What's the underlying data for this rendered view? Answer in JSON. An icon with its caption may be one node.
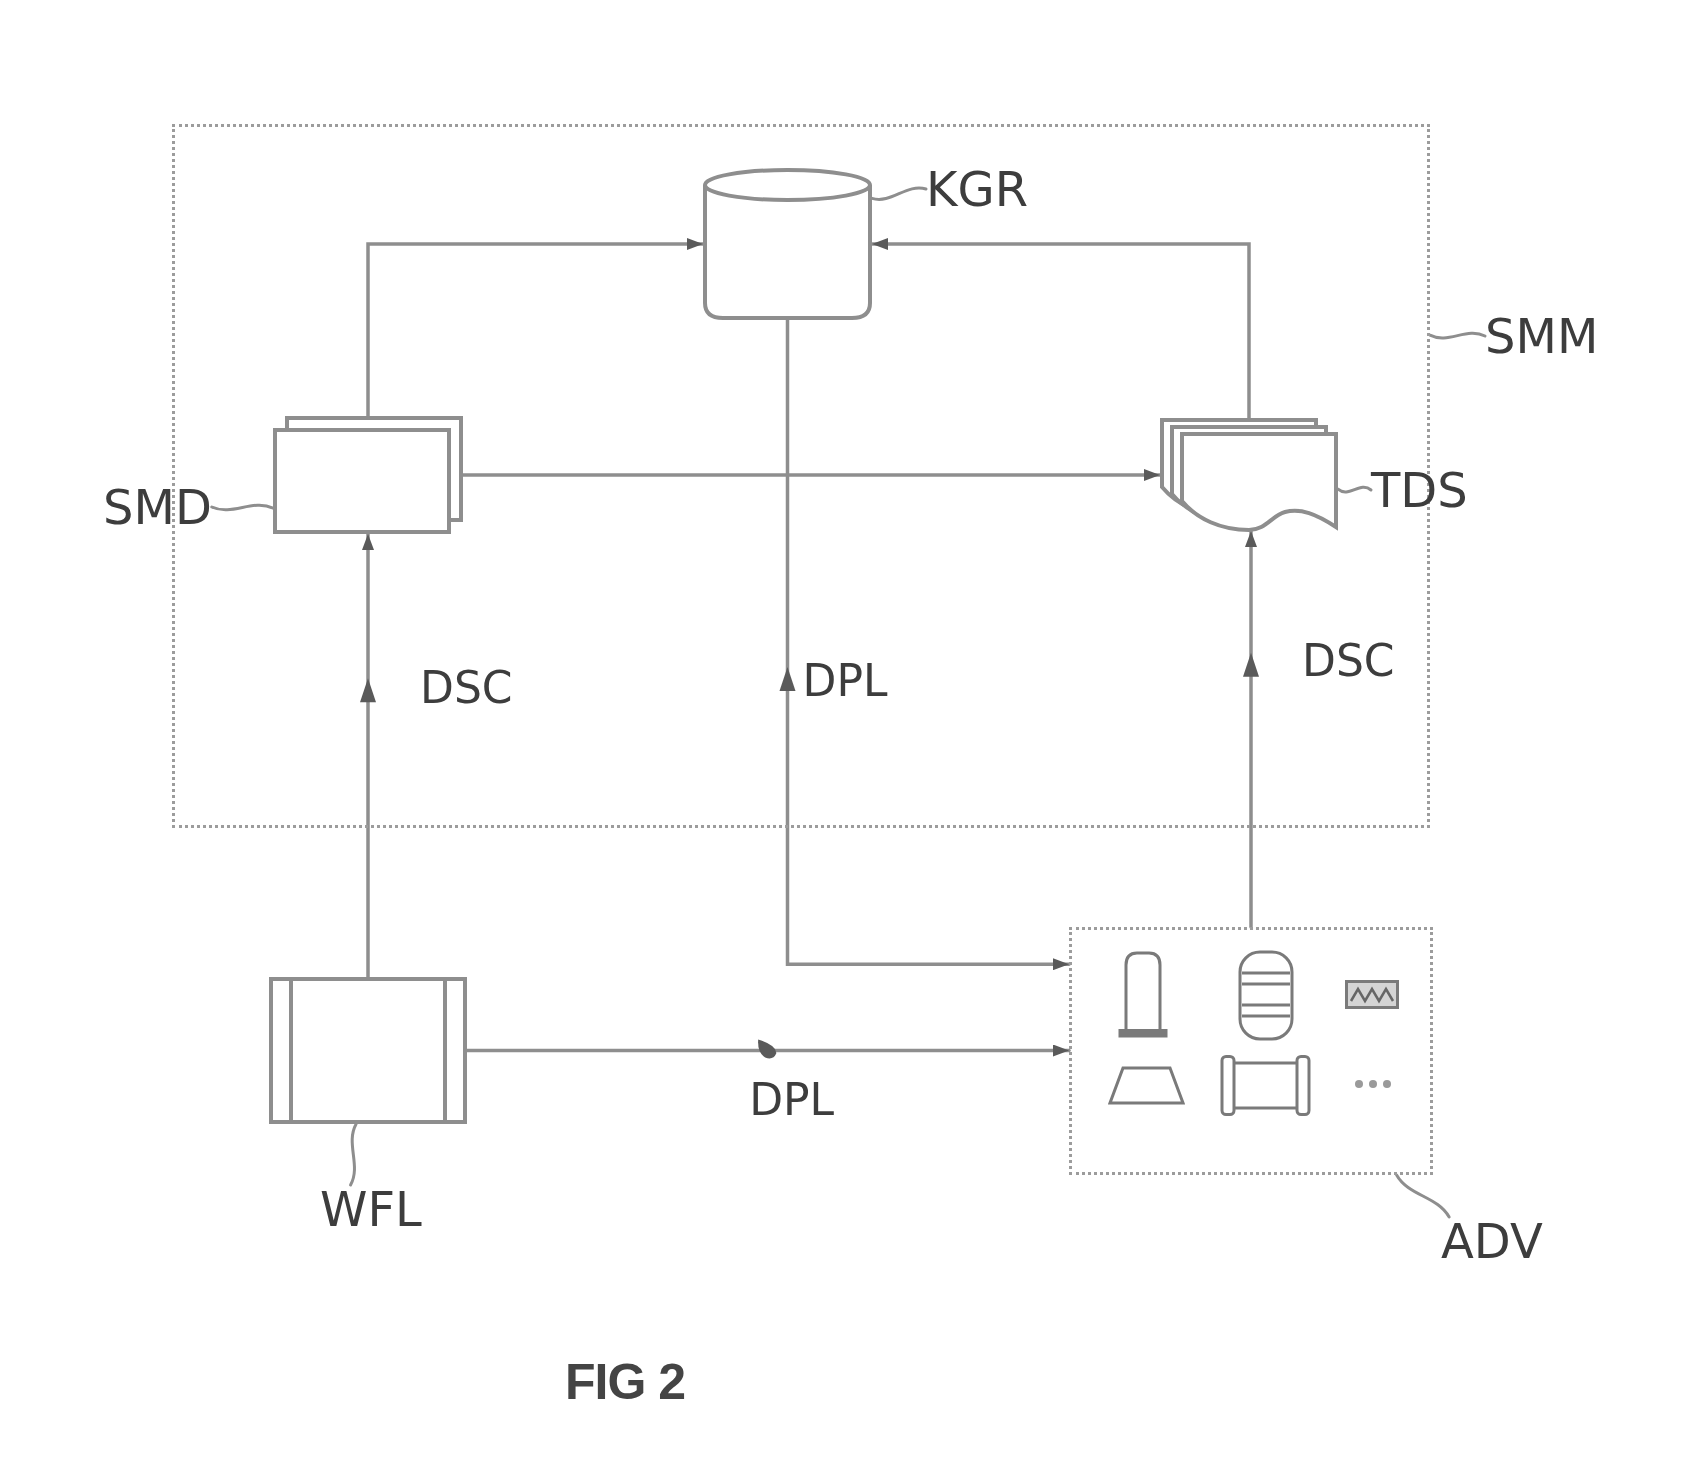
{
  "diagram": {
    "nodes": [
      {
        "text": [],
        "shape": "box"
      },
      {
        "text": [],
        "shape": "cylinder",
        "in": 0
      },
      {
        "text": [
          "KGR"
        ],
        "in": 0
      },
      {
        "text": [
          "SMM"
        ]
      },
      {
        "text": [],
        "shape": "box",
        "in": 0
      },
      {
        "text": [
          "SMD"
        ]
      },
      {
        "text": [],
        "shape": "document",
        "in": 0
      },
      {
        "text": [
          "TDS"
        ]
      },
      {
        "text": [],
        "shape": "box"
      },
      {
        "text": [],
        "shape": "box"
      },
      {
        "text": [
          "WFL"
        ]
      },
      {
        "text": [
          "ADV"
        ]
      }
    ],
    "edges": [
      {
        "from": 4,
        "to": 1,
        "arrow": "to"
      },
      {
        "from": 6,
        "to": 1,
        "arrow": "to"
      },
      {
        "from": 4,
        "to": 6,
        "arrow": "to"
      },
      {
        "from": 8,
        "to": 4,
        "arrow": "to",
        "label": "DSC"
      },
      {
        "from": 1,
        "to": 9,
        "arrow": "to",
        "label": "DPL"
      },
      {
        "from": 9,
        "to": 6,
        "arrow": "to",
        "label": "DSC"
      },
      {
        "from": 8,
        "to": 9,
        "arrow": "to",
        "label": "DPL"
      },
      {
        "from": 3,
        "to": 0,
        "arrow": "none"
      },
      {
        "from": 2,
        "to": 1,
        "arrow": "none"
      },
      {
        "from": 5,
        "to": 4,
        "arrow": "none"
      },
      {
        "from": 7,
        "to": 6,
        "arrow": "none"
      },
      {
        "from": 10,
        "to": 8,
        "arrow": "none"
      },
      {
        "from": 11,
        "to": 9,
        "arrow": "none"
      }
    ],
    "caption": "FIG 2"
  }
}
